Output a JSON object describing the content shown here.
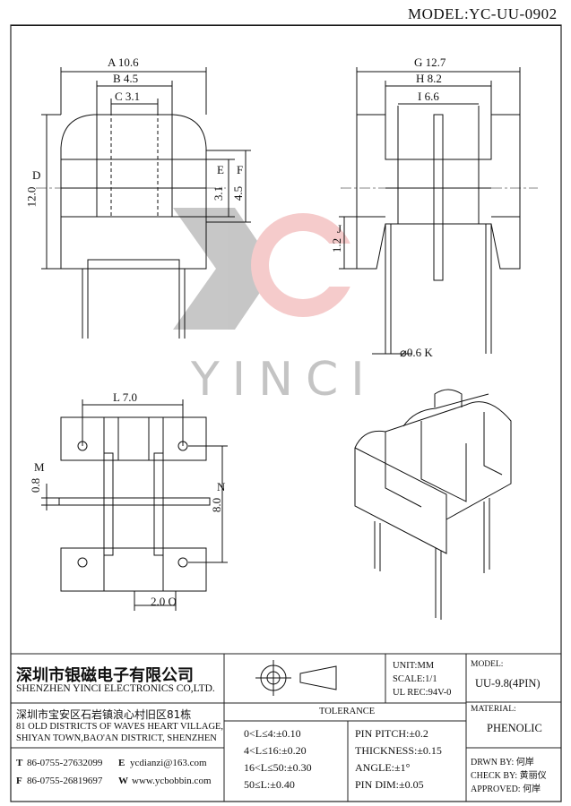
{
  "model_header": "MODEL:YC-UU-0902",
  "watermark": "YINCI",
  "dims": {
    "A": "A 10.6",
    "B": "B 4.5",
    "C": "C 3.1",
    "D": "D",
    "height12": "12.0",
    "E": "E",
    "F": "F",
    "E_val": "3.1",
    "F_val": "4.5",
    "G": "G 12.7",
    "H": "H 8.2",
    "I": "I 6.6",
    "J": "J",
    "J_val": "1.2",
    "K": "⌀0.6  K",
    "L": "L 7.0",
    "M": "M",
    "M_val": "0.8",
    "N": "N",
    "N_val": "8.0",
    "O": "2.0 O"
  },
  "company": {
    "name_cn": "深圳市银磁电子有限公司",
    "name_en": "SHENZHEN YINCI ELECTRONICS CO,LTD.",
    "address_cn": "深圳市宝安区石岩镇浪心村旧区81栋",
    "address_en1": "81 OLD DISTRICTS OF WAVES HEART VILLAGE,",
    "address_en2": "SHIYAN TOWN,BAO'AN DISTRICT, SHENZHEN",
    "tel_label": "T",
    "tel": "86-0755-27632099",
    "email_label": "E",
    "email": "ycdianzi@163.com",
    "fax_label": "F",
    "fax": "86-0755-26819697",
    "web_label": "W",
    "web": "www.ycbobbin.com"
  },
  "units": {
    "unit": "UNIT:MM",
    "scale": "SCALE:1/1",
    "ul": "UL REC:94V-0"
  },
  "tolerance": {
    "title": "TOLERANCE",
    "left": [
      "0<L≤4:±0.10",
      "4<L≤16:±0.20",
      "16<L≤50:±0.30",
      "50≤L:±0.40"
    ],
    "right": [
      "PIN PITCH:±0.2",
      "THICKNESS:±0.15",
      "ANGLE:±1°",
      "PIN DIM:±0.05"
    ]
  },
  "model": {
    "label": "MODEL:",
    "value": "UU-9.8(4PIN)"
  },
  "material": {
    "label": "MATERIAL:",
    "value": "PHENOLIC"
  },
  "signoff": {
    "drawn": "DRWN BY: 何岸",
    "check": "CHECK BY: 黄丽仪",
    "approved": "APPROVED: 何岸"
  }
}
